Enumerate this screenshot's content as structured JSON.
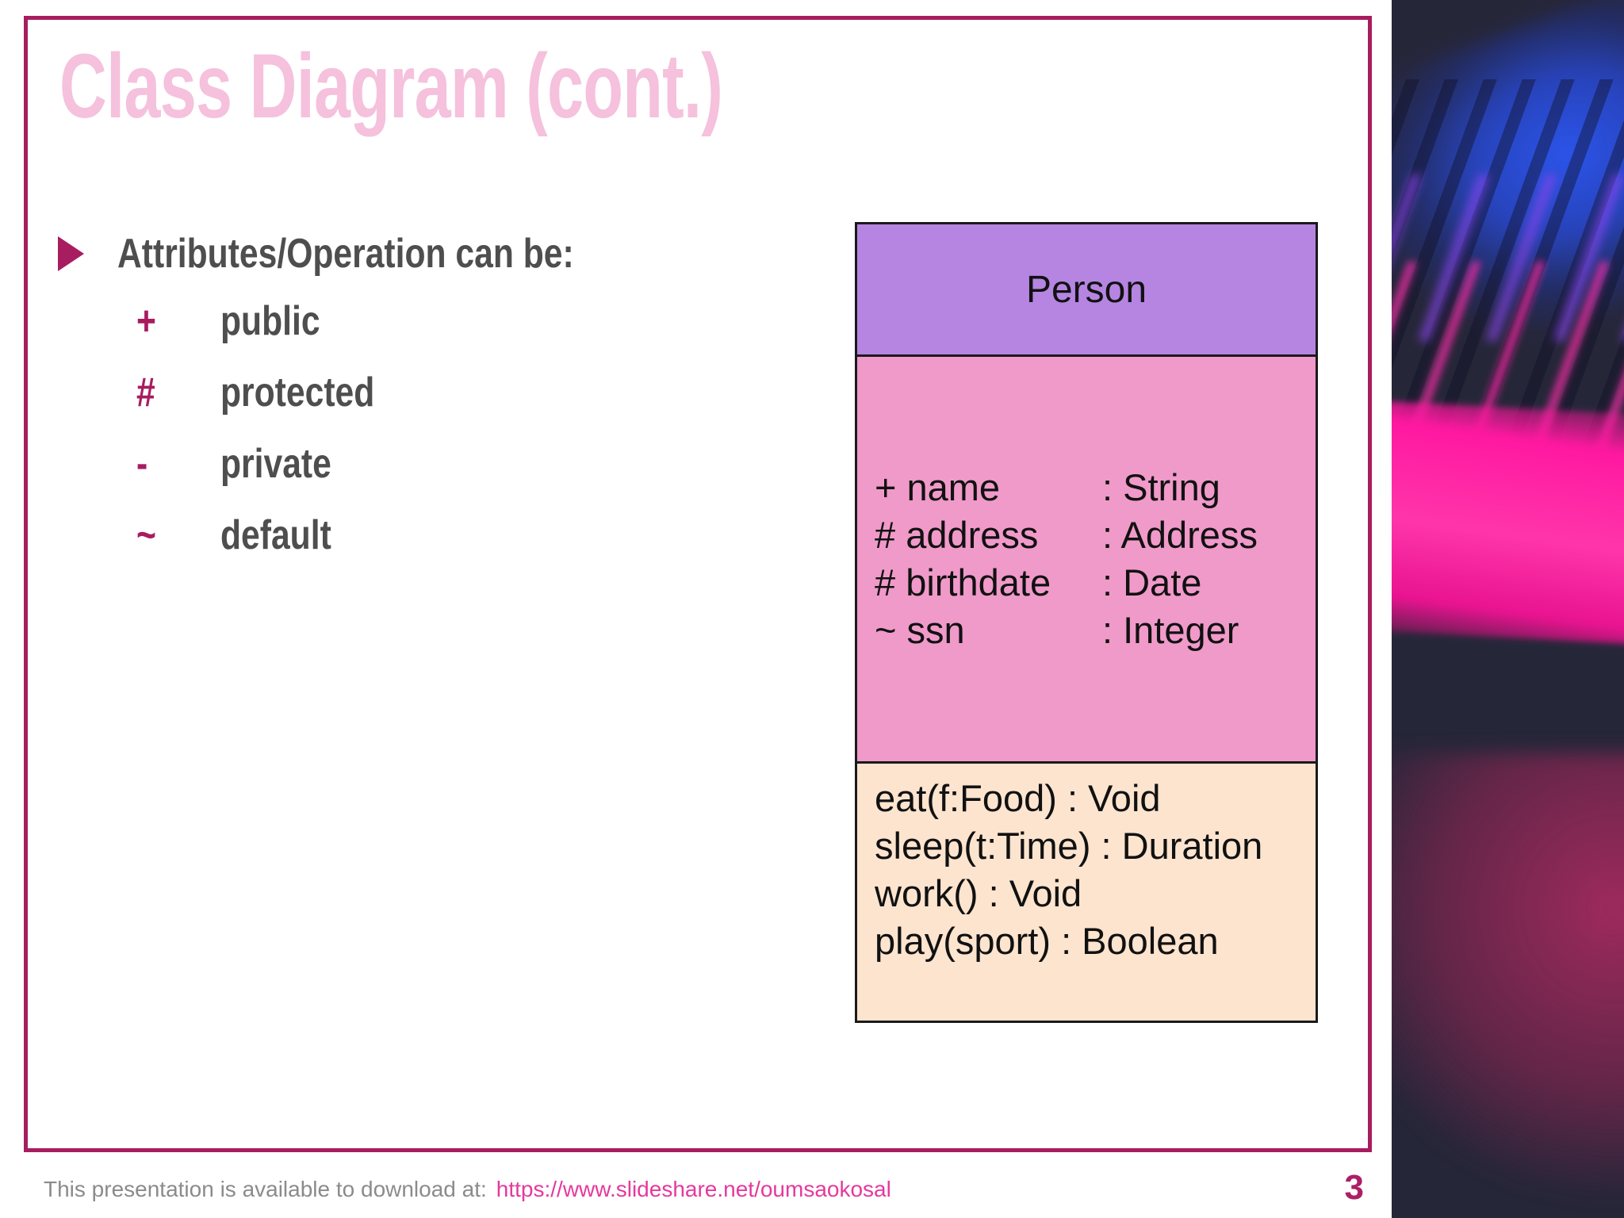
{
  "slide": {
    "title": "Class Diagram (cont.)",
    "bullets": {
      "heading": "Attributes/Operation can be:",
      "items": [
        {
          "symbol": "+",
          "label": "public"
        },
        {
          "symbol": "#",
          "label": "protected"
        },
        {
          "symbol": "-",
          "label": "private"
        },
        {
          "symbol": "~",
          "label": "default"
        }
      ]
    },
    "uml_class": {
      "name": "Person",
      "attributes": [
        {
          "member": "+ name",
          "type": ": String"
        },
        {
          "member": "# address",
          "type": ": Address"
        },
        {
          "member": "# birthdate",
          "type": ": Date"
        },
        {
          "member": "~ ssn",
          "type": ": Integer"
        }
      ],
      "operations": [
        {
          "signature": "eat(f:Food) : Void"
        },
        {
          "signature": "sleep(t:Time) : Duration"
        },
        {
          "signature": "work() : Void"
        },
        {
          "signature": "play(sport) : Boolean"
        }
      ]
    },
    "footer": {
      "prefix": "This presentation is available to download at:",
      "link": "https://www.slideshare.net/oumsaokosal",
      "page_number": "3"
    },
    "colors": {
      "frame_border": "#a81c60",
      "title_pink": "#f5c1dc",
      "accent_magenta": "#a81c60",
      "body_gray": "#4e4e4e",
      "uml_header_fill": "#b685e2",
      "uml_attributes_fill": "#f09aca",
      "uml_operations_fill": "#fce4cf",
      "footer_link_pink": "#e5399d",
      "photo_base_navy": "#262639"
    },
    "photo": {
      "subject": "keyboard with neon pink and blue backlight"
    }
  }
}
